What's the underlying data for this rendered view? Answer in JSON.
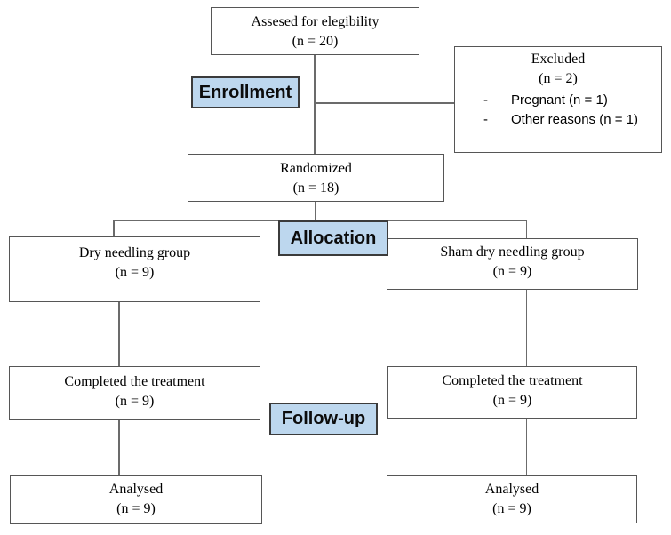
{
  "stages": {
    "enrollment": "Enrollment",
    "allocation": "Allocation",
    "followup": "Follow-up"
  },
  "boxes": {
    "assessed": {
      "line1": "Assesed for elegibility",
      "line2": "(n = 20)"
    },
    "excluded": {
      "line1": "Excluded",
      "line2": "(n = 2)",
      "bullets": [
        {
          "dash": "-",
          "text": "Pregnant (n = 1)"
        },
        {
          "dash": "-",
          "text": "Other reasons (n = 1)"
        }
      ]
    },
    "randomized": {
      "line1": "Randomized",
      "line2": "(n = 18)"
    },
    "group_left": {
      "line1": "Dry needling group",
      "line2": "(n = 9)"
    },
    "group_right": {
      "line1": "Sham dry needling group",
      "line2": "(n = 9)"
    },
    "completed_left": {
      "line1": "Completed the treatment",
      "line2": "(n = 9)"
    },
    "completed_right": {
      "line1": "Completed the treatment",
      "line2": "(n = 9)"
    },
    "analysed_left": {
      "line1": "Analysed",
      "line2": "(n = 9)"
    },
    "analysed_right": {
      "line1": "Analysed",
      "line2": "(n = 9)"
    }
  },
  "colors": {
    "stage_fill": "#BDD7EE",
    "stage_border": "#3B3B3B",
    "box_border": "#565656",
    "connector": "#6B6B6B",
    "background": "#FFFFFF",
    "text": "#000000"
  }
}
